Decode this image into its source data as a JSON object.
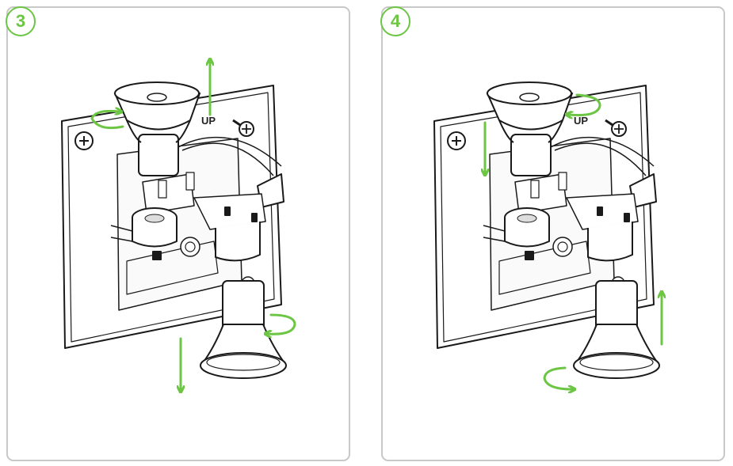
{
  "steps": [
    {
      "number": "3",
      "fixture_label": "UP"
    },
    {
      "number": "4",
      "fixture_label": "UP"
    }
  ],
  "colors": {
    "accent": "#6cc644",
    "line": "#1a1a1a",
    "panel_border": "#c8c8c8"
  },
  "icons": [
    "arrow-up-icon",
    "arrow-down-icon",
    "rotate-icon",
    "gu10-bulb-icon",
    "screw-icon"
  ]
}
